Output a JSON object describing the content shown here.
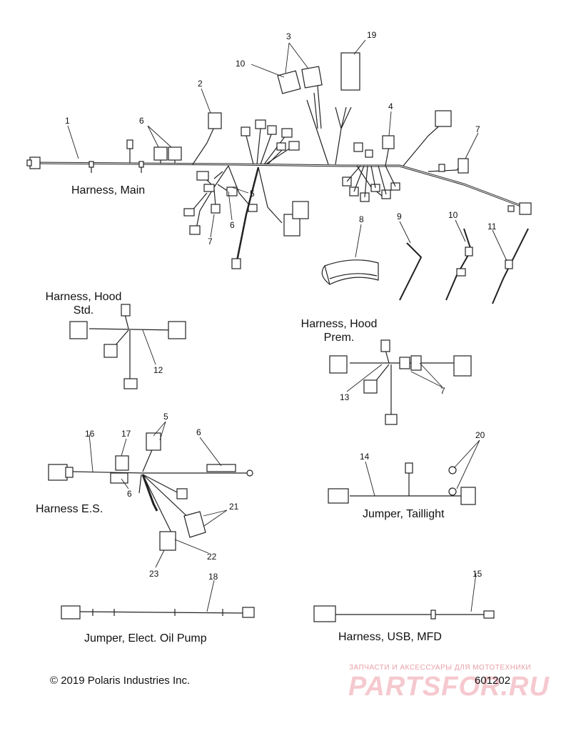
{
  "assemblies": {
    "harness_main": "Harness, Main",
    "harness_hood_std_line1": "Harness, Hood",
    "harness_hood_std_line2": "Std.",
    "harness_hood_prem_line1": "Harness, Hood",
    "harness_hood_prem_line2": "Prem.",
    "harness_es": "Harness E.S.",
    "jumper_taillight": "Jumper, Taillight",
    "jumper_oil_pump": "Jumper, Elect. Oil Pump",
    "harness_usb_mfd": "Harness, USB, MFD"
  },
  "callouts": {
    "c1": "1",
    "c2": "2",
    "c3": "3",
    "c4": "4",
    "c5a": "5",
    "c6a": "6",
    "c6b": "6",
    "c7a": "7",
    "c7b": "7",
    "c8": "8",
    "c9": "9",
    "c10a": "10",
    "c10b": "10",
    "c11": "11",
    "c19": "19",
    "c12": "12",
    "c13": "13",
    "c7c": "7",
    "c5b": "5",
    "c6c": "6",
    "c6d": "6",
    "c16": "16",
    "c17": "17",
    "c21": "21",
    "c22": "22",
    "c23": "23",
    "c14": "14",
    "c20": "20",
    "c18": "18",
    "c15": "15"
  },
  "footer": {
    "copyright": "© 2019 Polaris Industries Inc.",
    "ref_number": "601202",
    "watermark_top": "ЗАПЧАСТИ И АКСЕССУАРЫ ДЛЯ МОТОТЕХНИКИ",
    "watermark_main": "PARTSFOR.RU"
  },
  "colors": {
    "line": "#222222",
    "connector_fill": "#ffffff",
    "watermark": "#f2b8bf"
  }
}
